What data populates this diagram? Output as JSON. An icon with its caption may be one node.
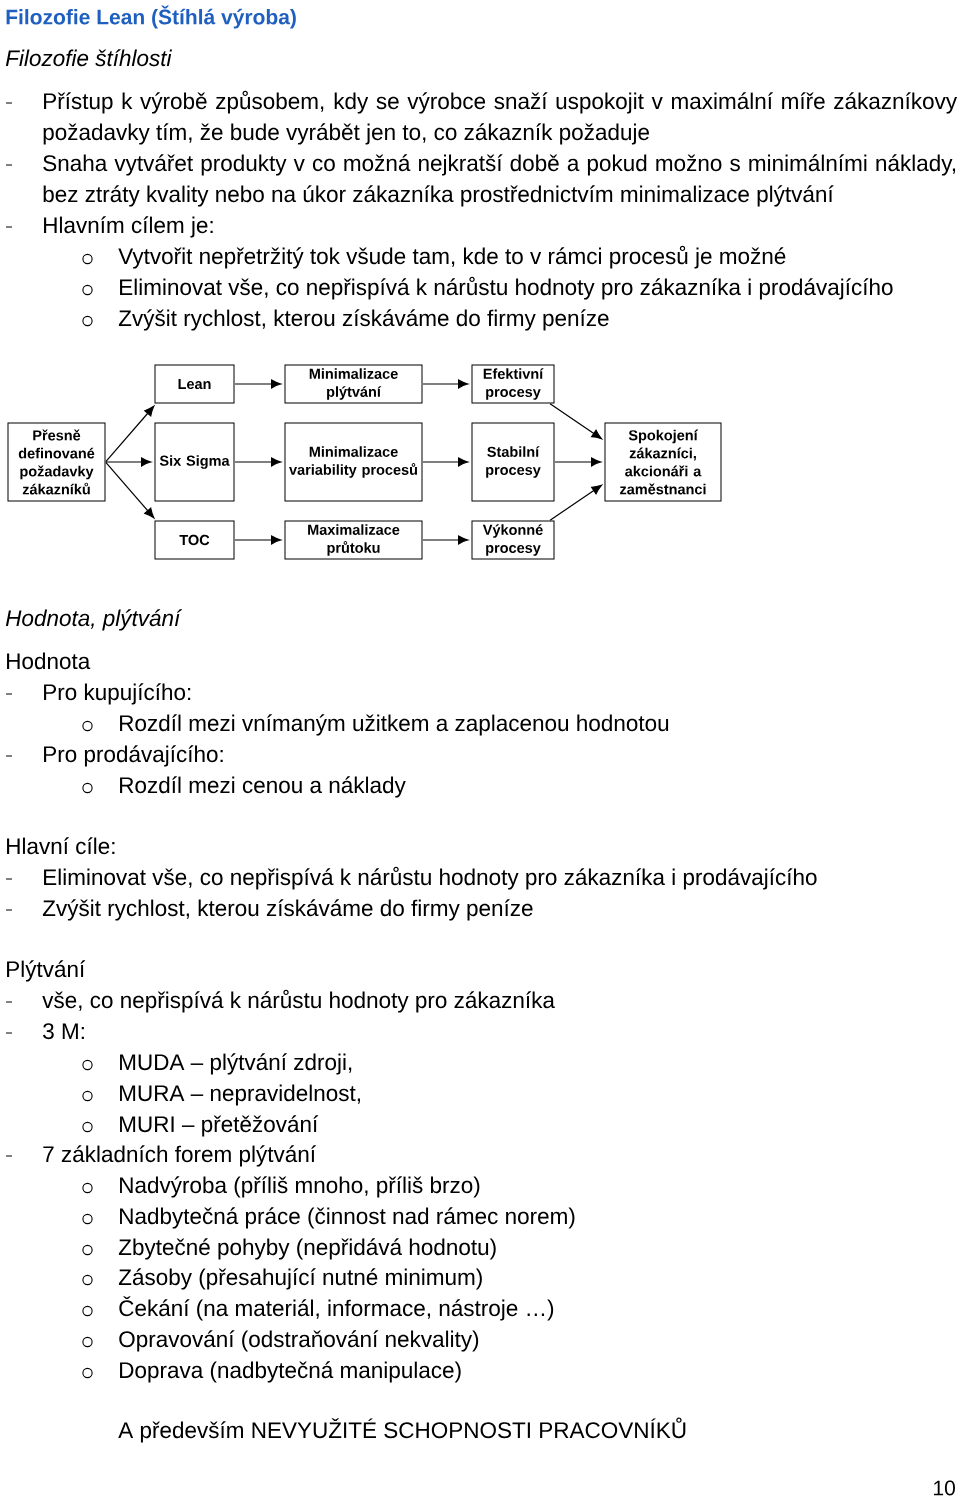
{
  "diagram": {
    "title": "Filozofie Lean (Štíhlá výroba)",
    "nodes": [
      {
        "text": [
          "Přesně definované požadavky zákazníků"
        ]
      },
      {
        "text": [
          "Lean"
        ]
      },
      {
        "text": [
          "Six Sigma"
        ]
      },
      {
        "text": [
          "TOC"
        ]
      },
      {
        "text": [
          "Minimalizace plýtvání"
        ]
      },
      {
        "text": [
          "Minimalizace variability procesů"
        ]
      },
      {
        "text": [
          "Maximalizace průtoku"
        ]
      },
      {
        "text": [
          "Efektivní procesy"
        ]
      },
      {
        "text": [
          "Stabilní procesy"
        ]
      },
      {
        "text": [
          "Výkonné procesy"
        ]
      },
      {
        "text": [
          "Spokojení zákazníci, akcionáři a zaměstnanci"
        ]
      }
    ],
    "edges": [
      {
        "from": 0,
        "to": 1,
        "arrow": "to"
      },
      {
        "from": 0,
        "to": 2,
        "arrow": "to"
      },
      {
        "from": 0,
        "to": 3,
        "arrow": "to"
      },
      {
        "from": 1,
        "to": 4,
        "arrow": "to"
      },
      {
        "from": 2,
        "to": 5,
        "arrow": "to"
      },
      {
        "from": 3,
        "to": 6,
        "arrow": "to"
      },
      {
        "from": 4,
        "to": 7,
        "arrow": "to"
      },
      {
        "from": 5,
        "to": 8,
        "arrow": "to"
      },
      {
        "from": 6,
        "to": 9,
        "arrow": "to"
      },
      {
        "from": 7,
        "to": 10,
        "arrow": "to"
      },
      {
        "from": 8,
        "to": 10,
        "arrow": "to"
      },
      {
        "from": 9,
        "to": 10,
        "arrow": "to"
      }
    ],
    "labels": [
      "Filozofie štíhlosti",
      "Přístup k výrobě způsobem, kdy se výrobce snaží uspokojit v maximální míře zákazníkovy požadavky tím, že bude vyrábět jen to, co zákazník požaduje",
      "Snaha vytvářet produkty v co možná nejkratší době a pokud možno s minimálními náklady, bez ztráty kvality nebo na úkor zákazníka prostřednictvím minimalizace plýtvání",
      "Hlavním cílem je:",
      "Vytvořit nepřetržitý tok všude tam, kde to v rámci procesů je možné",
      "Eliminovat vše, co nepřispívá k nárůstu hodnoty pro zákazníka i prodávajícího",
      "Zvýšit rychlost, kterou získáváme do firmy peníze",
      "Hodnota, plýtvání",
      "Hodnota",
      "Pro kupujícího:",
      "Rozdíl mezi vnímaným užitkem a zaplacenou hodnotou",
      "Pro prodávajícího:",
      "Rozdíl mezi cenou a náklady",
      "Hlavní cíle:",
      "Eliminovat vše, co nepřispívá k nárůstu hodnoty pro zákazníka i prodávajícího",
      "Zvýšit rychlost, kterou získáváme do firmy peníze",
      "Plýtvání",
      "vše, co nepřispívá k nárůstu hodnoty pro zákazníka",
      "3 M:",
      "MUDA – plýtvání zdroji,",
      "MURA – nepravidelnost,",
      "MURI – přetěžování",
      "7 základních forem plýtvání",
      "Nadvýroba (příliš mnoho, příliš brzo)",
      "Nadbytečná práce (činnost nad rámec norem)",
      "Zbytečné pohyby (nepřidává hodnotu)",
      "Zásoby (přesahující nutné minimum)",
      "Čekání (na materiál, informace, nástroje …)",
      "Opravování (odstraňování nekvality)",
      "Doprava (nadbytečná manipulace)",
      "A především NEVYUŽITÉ SCHOPNOSTI PRACOVNÍKŮ",
      "10"
    ]
  }
}
